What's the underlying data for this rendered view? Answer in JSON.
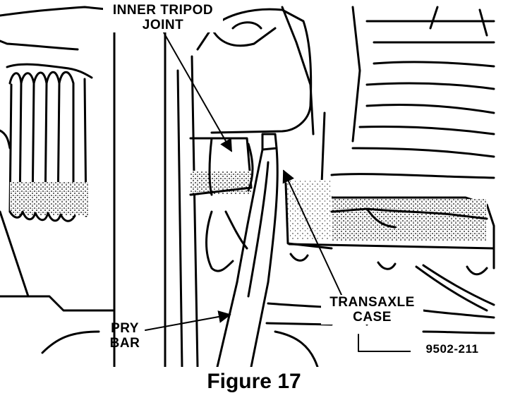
{
  "labels": {
    "inner_tripod_line1": "INNER TRIPOD",
    "inner_tripod_line2": "JOINT",
    "transaxle_line1": "TRANSAXLE",
    "transaxle_line2": "CASE",
    "pry_line1": "PRY",
    "pry_line2": "BAR",
    "figure_code": "9502-211"
  },
  "caption": "Figure 17"
}
